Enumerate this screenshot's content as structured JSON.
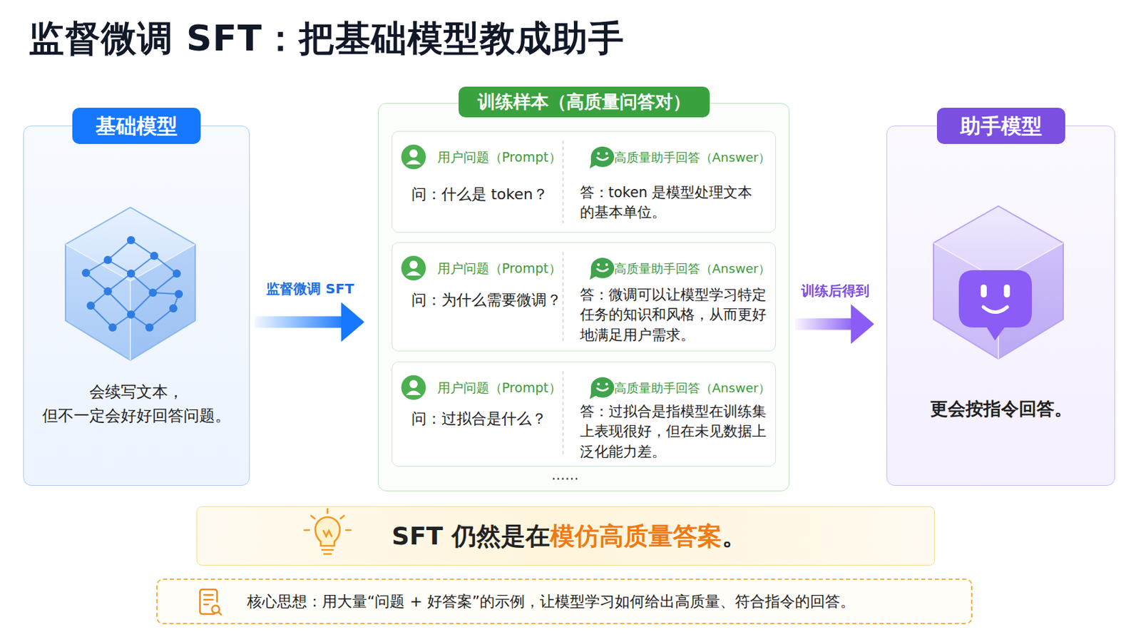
{
  "diagram": {
    "title": "监督微调 SFT：把基础模型教成助手",
    "nodes": [
      {
        "text": [
          "基础模型",
          "会续写文本， 但不一定会好好回答问题。"
        ]
      },
      {
        "text": [
          "训练样本（高质量问答对）"
        ]
      },
      {
        "text": [
          "用户问题（Prompt）",
          "问：什么是 token？",
          "高质量助手回答（Answer）",
          "答：token 是模型处理文本 的基本单位。"
        ],
        "in": 1
      },
      {
        "text": [
          "用户问题（Prompt）",
          "问：为什么需要微调？",
          "高质量助手回答（Answer）",
          "答：微调可以让模型学习特定 任务的知识和风格，从而更好 地满足用户需求。"
        ],
        "in": 1
      },
      {
        "text": [
          "用户问题（Prompt）",
          "问：过拟合是什么？",
          "高质量助手回答（Answer）",
          "答：过拟合是指模型在训练集 上表现很好，但在未见数据上 泛化能力差。"
        ],
        "in": 1
      },
      {
        "text": [
          "助手模型",
          "更会按指令回答。"
        ]
      },
      {
        "text": [
          "SFT 仍然是在",
          "模仿高质量答案",
          "。"
        ]
      },
      {
        "text": [
          "核心思想：用大量“问题 + 好答案”的示例，让模型学习如何给出高质量、符合指令的回答。"
        ]
      }
    ],
    "edges": [
      {
        "from": 0,
        "to": 1,
        "label": "监督微调 SFT",
        "arrow": "to"
      },
      {
        "from": 1,
        "to": 5,
        "label": "训练后得到",
        "arrow": "to"
      }
    ],
    "labels": [
      "……"
    ]
  }
}
